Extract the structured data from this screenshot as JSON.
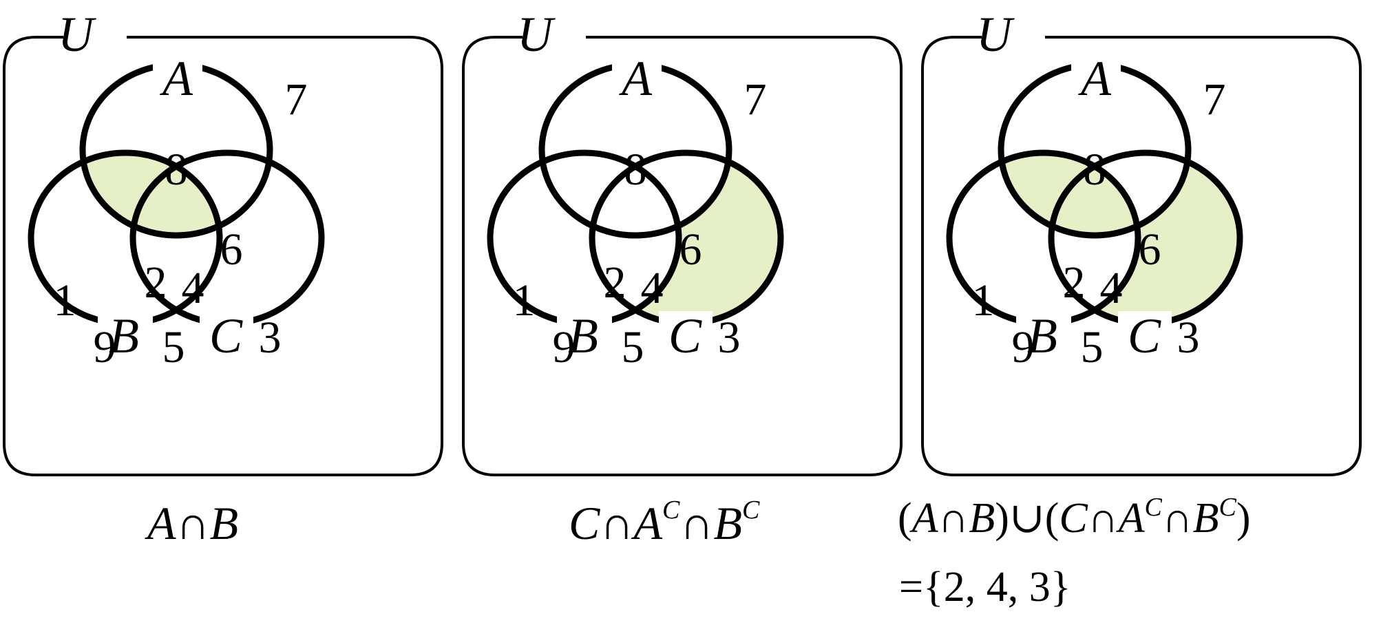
{
  "fill_color": "#e6f0c6",
  "stroke_color": "#000000",
  "labels": {
    "universe": "U",
    "set_a": "A",
    "set_b": "B",
    "set_c": "C"
  },
  "regions": {
    "a_only": "8",
    "a_b": "2",
    "a_b_c": "4",
    "a_c": "6",
    "b_only_1": "1",
    "b_only_2": "9",
    "b_c": "5",
    "c_only": "3",
    "outside": "7"
  },
  "panels": [
    {
      "shaded": [
        "a_b",
        "a_b_c"
      ],
      "caption": {
        "parts": [
          "A",
          "∩",
          "B"
        ]
      }
    },
    {
      "shaded": [
        "c_only"
      ],
      "caption": {
        "parts": [
          "C",
          "∩",
          "A",
          "C",
          "∩",
          "B",
          "C"
        ]
      }
    },
    {
      "shaded": [
        "a_b",
        "a_b_c",
        "c_only"
      ],
      "caption": {
        "line1": [
          "(",
          "A",
          "∩",
          "B",
          ")",
          "∪",
          "(",
          "C",
          "∩",
          "A",
          "C",
          "∩",
          "B",
          "C",
          ")"
        ],
        "line2": "={2, 4, 3}"
      }
    }
  ]
}
